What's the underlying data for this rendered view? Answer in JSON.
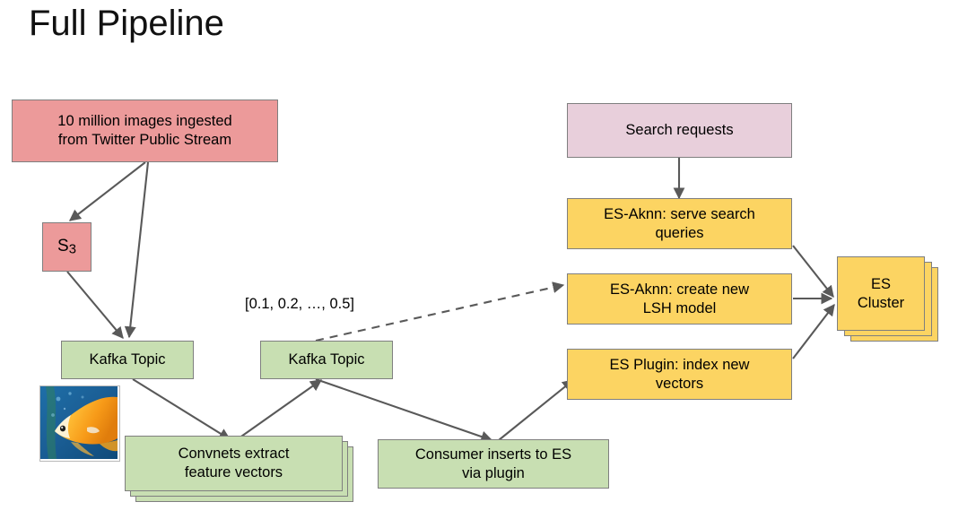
{
  "title": "Full Pipeline",
  "palette": {
    "pink": "#EC9A9A",
    "green": "#C8DFB2",
    "yellow": "#FCD462",
    "mauve": "#E8CFDB",
    "stroke": "#7f7f7f",
    "arrow": "#595959",
    "background": "#ffffff"
  },
  "nodes": {
    "ingest": "10 million images ingested\nfrom Twitter Public Stream",
    "s3_prefix": "S",
    "s3_suffix": "3",
    "kafka_topic_1": "Kafka Topic",
    "kafka_topic_2": "Kafka Topic",
    "convnets": "Convnets extract\nfeature vectors",
    "consumer": "Consumer inserts to ES\nvia plugin",
    "search_requests": "Search requests",
    "es_aknn_serve": "ES-Aknn:  serve search\nqueries",
    "es_aknn_create": "ES-Aknn: create new\nLSH model",
    "es_plugin_index": "ES Plugin: index new\nvectors",
    "es_cluster": "ES\nCluster"
  },
  "edge_labels": {
    "feature_vector": "[0.1, 0.2, …, 0.5]"
  },
  "image": {
    "fish_alt": "goldfish-photo"
  }
}
